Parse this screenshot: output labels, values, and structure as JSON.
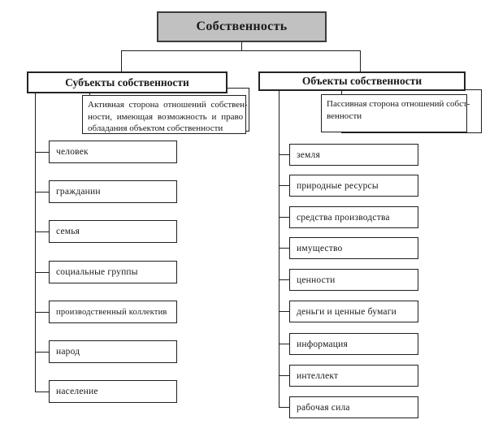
{
  "root": {
    "label": "Собственность"
  },
  "subjects": {
    "header": "Субъекты собственности",
    "description_lines": [
      "Активная сторона отношений собствен-",
      "ности, имеющая возможность и право",
      "обладания объектом собственности"
    ],
    "items": [
      "человек",
      "гражданин",
      "семья",
      "социальные группы",
      "производственный коллектив",
      "народ",
      "население"
    ]
  },
  "objects": {
    "header": "Объекты собственности",
    "description_lines": [
      "Пассивная сторона отношений собст-",
      "венности"
    ],
    "items": [
      "земля",
      "природные ресурсы",
      "средства производства",
      "имущество",
      "ценности",
      "деньги и ценные бумаги",
      "информация",
      "интеллект",
      "рабочая сила"
    ]
  },
  "colors": {
    "root_fill": "#c1c1c1",
    "box_border": "#1f1f1f",
    "background": "#ffffff",
    "text": "#1a1a1a"
  }
}
